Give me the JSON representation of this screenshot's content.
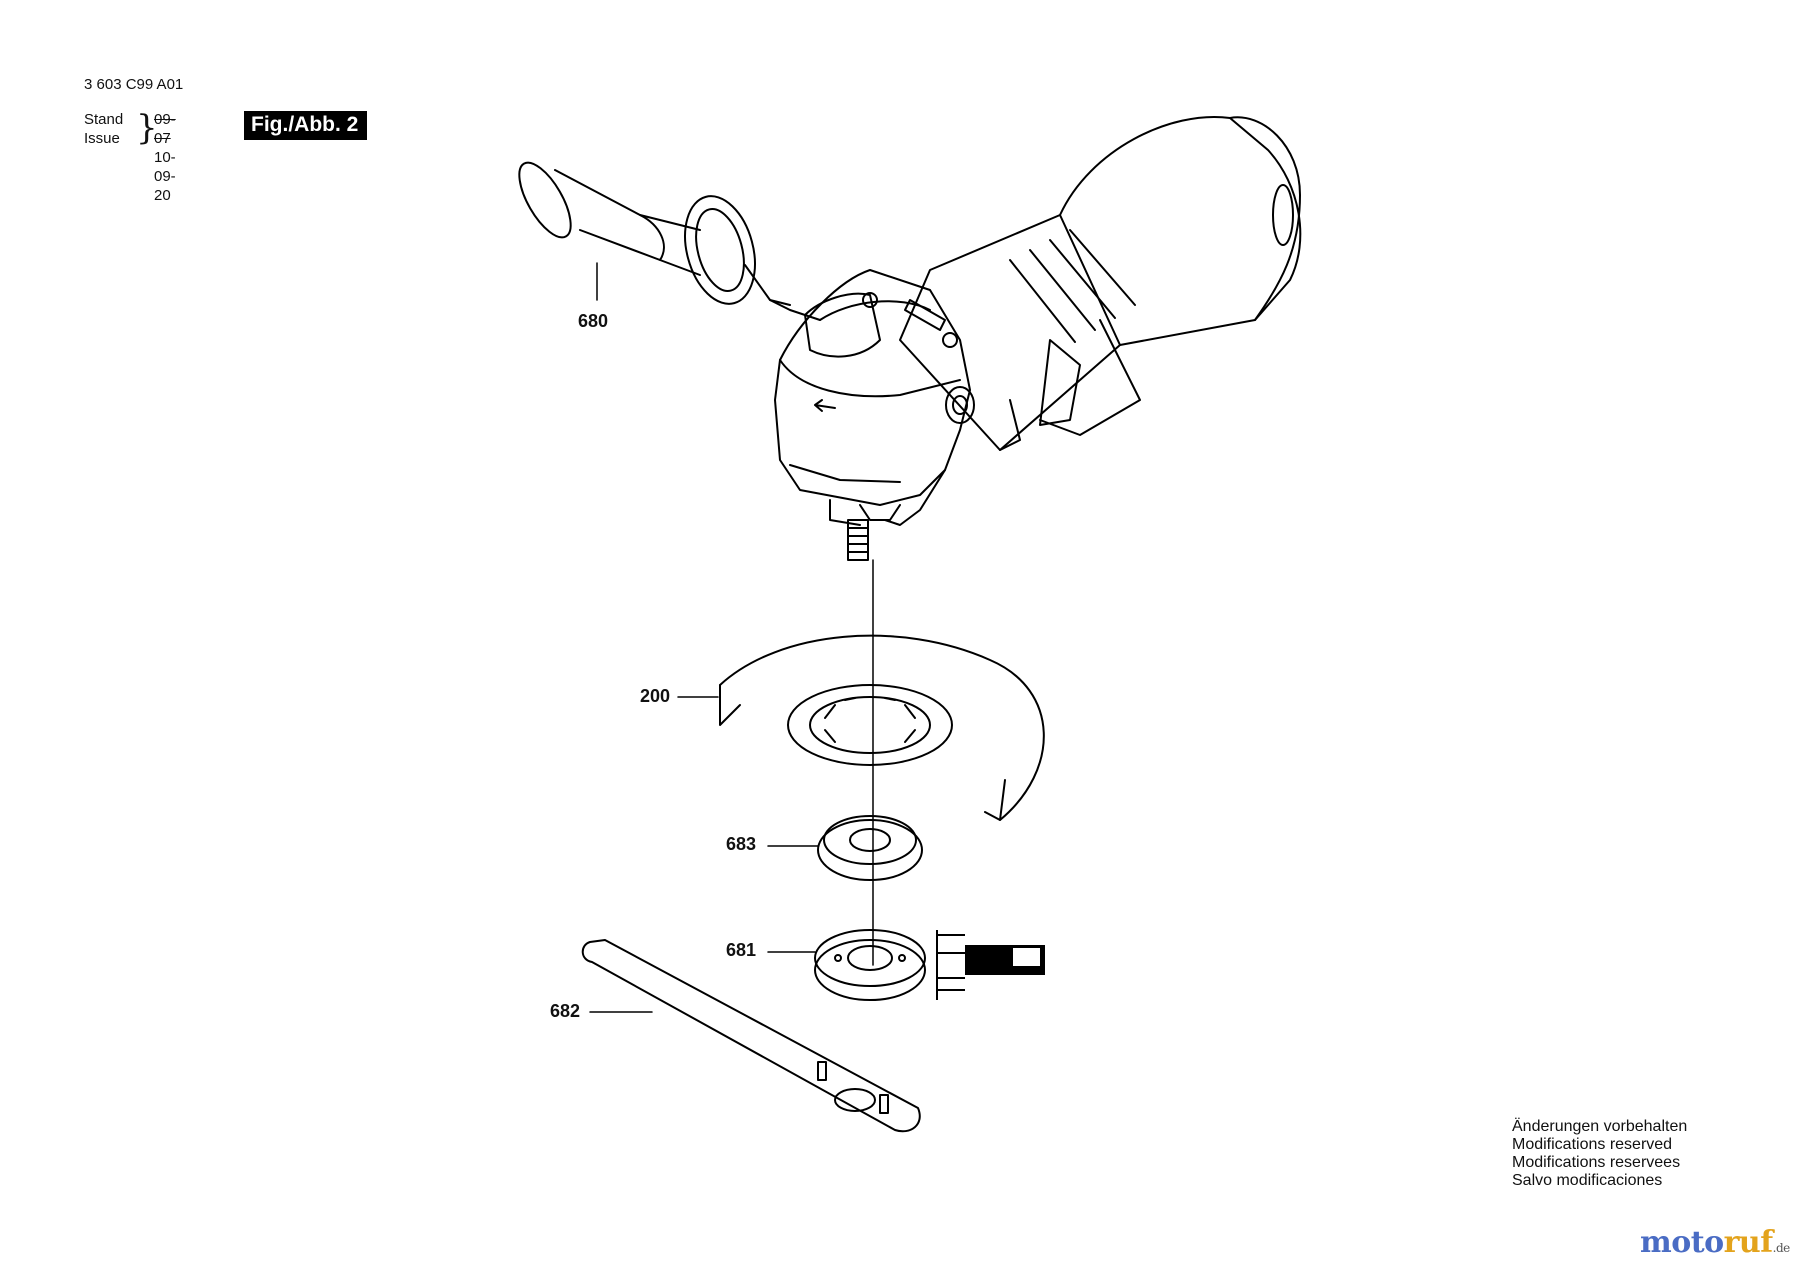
{
  "header": {
    "doc_number": "3 603 C99 A01",
    "stand_label": "Stand",
    "issue_label": "Issue",
    "stand_date": "09-07",
    "issue_date": "10-09-20",
    "figure_label": "Fig./Abb. 2"
  },
  "parts": [
    {
      "number": "680",
      "name": "side-handle"
    },
    {
      "number": "200",
      "name": "wheel-guard"
    },
    {
      "number": "683",
      "name": "mounting-flange"
    },
    {
      "number": "681",
      "name": "clamping-nut"
    },
    {
      "number": "682",
      "name": "two-pin-spanner"
    }
  ],
  "footer": {
    "reserved_notes": [
      "Änderungen vorbehalten",
      "Modifications reserved",
      "Modifications reservees",
      "Salvo modificaciones"
    ]
  },
  "watermark": {
    "part_a": "moto",
    "part_b": "ruf",
    "part_c": ".de"
  }
}
